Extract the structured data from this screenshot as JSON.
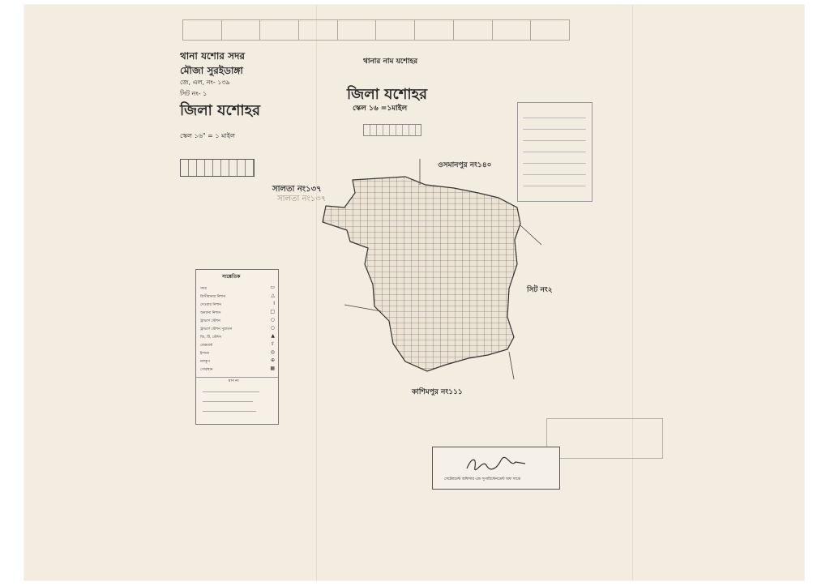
{
  "sheet": {
    "thana_label": "থানা যশোর সদর",
    "mouza_label": "মৌজা সুরইডাঙ্গা",
    "jl_no": "জে, এল, নং- ১৩৯",
    "sheet_no": "সিট নং- ১",
    "district": "জিলা যশোহর",
    "scale": "স্কেল ১৬\" = ১ মাইল"
  },
  "center_header": {
    "thana_line": "থানার নাম যশোহর",
    "district": "জিলা যশোহর",
    "scale": "স্কেল ১৬ =১মাইল"
  },
  "neighbors": {
    "north_east": "ওসমানপুর নং১৪০",
    "west": "সালতা নং১৩৭",
    "west_redlined": "সালতা নং১৩৭",
    "east": "সিট নং২",
    "south": "কাশিমপুর নং১১১"
  },
  "legend": {
    "title": "সাঙ্কেতিক",
    "rows": [
      {
        "label": "সদর",
        "symbol": "▭"
      },
      {
        "label": "ত্রিসীমানার নিশান",
        "symbol": "△"
      },
      {
        "label": "দেওয়ার নিশান",
        "symbol": "I"
      },
      {
        "label": "অন্যান্য নিশান",
        "symbol": "□"
      },
      {
        "label": "ট্রাভার্স স্টেশন",
        "symbol": "○"
      },
      {
        "label": "ট্রাভার্স স্টেশন পুরাতন",
        "symbol": "○"
      },
      {
        "label": "জি, টি, স্টেশন",
        "symbol": "▲"
      },
      {
        "label": "বেঞ্চমার্ক",
        "symbol": "⇧"
      },
      {
        "label": "ইন্দারা",
        "symbol": "◎"
      },
      {
        "label": "নলকূপ",
        "symbol": "⊕"
      },
      {
        "label": "গোরস্থান",
        "symbol": "▦"
      }
    ],
    "subtitle": "মাপ নং"
  },
  "signature_box": {
    "footer": "সেটেলমেন্ট অফিসার এন্ড সুপারিন্টেনডেন্ট অফ সার্ভে"
  },
  "colors": {
    "paper": "#f3ece0",
    "ink": "#2a2a2a",
    "plot_fill": "#ece3d4",
    "border": "#ffffff"
  }
}
